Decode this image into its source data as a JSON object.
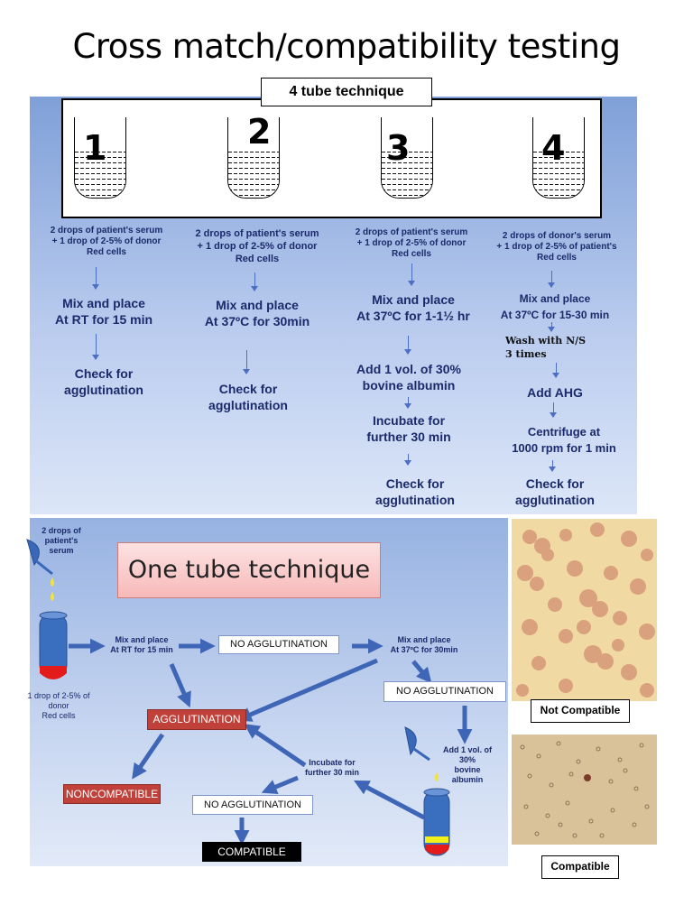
{
  "title": "Cross match/compatibility testing",
  "four_tube": {
    "label": "4 tube technique",
    "tubes": [
      "1",
      "2",
      "3",
      "4"
    ],
    "columns": [
      {
        "setup": [
          "2 drops of patient's serum",
          "+ 1 drop of 2-5% of donor",
          "Red cells"
        ],
        "steps": [
          "Mix and place",
          "At RT for 15 min"
        ],
        "check": [
          "Check for",
          "agglutination"
        ]
      },
      {
        "setup": [
          "2 drops of patient's serum",
          "+ 1 drop of 2-5% of donor",
          "Red cells"
        ],
        "steps": [
          "Mix and place",
          "At 37ºC for 30min"
        ],
        "check": [
          "Check for",
          "agglutination"
        ]
      },
      {
        "setup": [
          "2 drops of patient's serum",
          "+ 1 drop of 2-5% of donor",
          "Red cells"
        ],
        "steps": [
          "Mix and place",
          "At 37ºC for 1-1½ hr"
        ],
        "extra": [
          "Add 1  vol. of 30%",
          "bovine albumin"
        ],
        "incubate": [
          "Incubate for",
          "further 30 min"
        ],
        "check": [
          "Check for",
          "agglutination"
        ]
      },
      {
        "setup": [
          "2 drops of donor's serum",
          "+ 1 drop of 2-5% of patient's",
          "Red cells"
        ],
        "steps": [
          "Mix and place",
          "At 37ºC for 15-30 min"
        ],
        "wash": [
          "Wash  with N/S",
          "3 times"
        ],
        "ahg": "Add AHG",
        "centrifuge": [
          "Centrifuge  at",
          "1000 rpm for 1 min"
        ],
        "check": [
          "Check for",
          "agglutination"
        ]
      }
    ]
  },
  "one_tube": {
    "title": "One tube technique",
    "serum": [
      "2 drops of",
      "patient's",
      "serum"
    ],
    "cells": [
      "1 drop of 2-5% of",
      "donor",
      "Red cells"
    ],
    "mix_rt": [
      "Mix and place",
      "At RT for 15 min"
    ],
    "no_agg_1": "NO AGGLUTINATION",
    "mix_37": [
      "Mix and place",
      "At 37ºC for 30min"
    ],
    "no_agg_2": "NO AGGLUTINATION",
    "agglutination": "AGGLUTINATION",
    "add_albumin": [
      "Add 1  vol. of",
      "30%",
      "bovine",
      "albumin"
    ],
    "incubate": [
      "Incubate for",
      "further 30 min"
    ],
    "noncompatible": "NONCOMPATIBLE",
    "no_agg_3": "NO AGGLUTINATION",
    "compatible": "COMPATIBLE"
  },
  "photos": {
    "not_compatible": "Not Compatible",
    "compatible": "Compatible"
  },
  "colors": {
    "panel": "#8fabe0",
    "arrow": "#3f66b6",
    "red_box": "#c0403a",
    "pink_box": "#f7b9b9"
  }
}
